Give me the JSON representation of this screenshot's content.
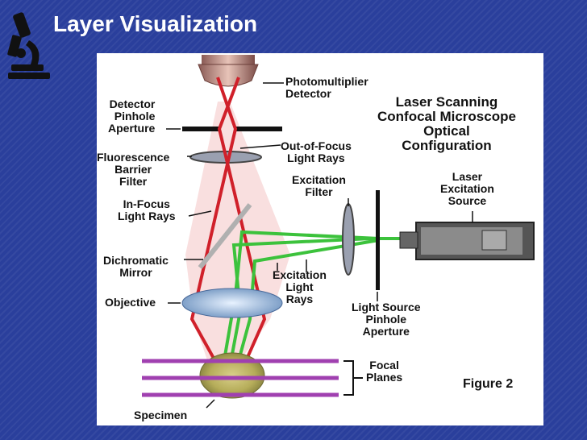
{
  "slide": {
    "title": "Layer Visualization",
    "logo_icon": "microscope-icon"
  },
  "figure": {
    "heading": "Laser Scanning\nConfocal Microscope\nOptical\nConfiguration",
    "caption": "Figure 2",
    "labels": {
      "photomultiplier": "Photomultiplier\nDetector",
      "detector_pinhole": "Detector\nPinhole\nAperture",
      "out_of_focus": "Out-of-Focus\nLight Rays",
      "barrier_filter": "Fluorescence\nBarrier\nFilter",
      "laser_source": "Laser\nExcitation\nSource",
      "excitation_filter": "Excitation\nFilter",
      "in_focus": "In-Focus\nLight Rays",
      "dichromatic": "Dichromatic\nMirror",
      "excitation_rays": "Excitation\nLight\nRays",
      "objective": "Objective",
      "light_source_pinhole": "Light Source\nPinhole\nAperture",
      "focal_planes": "Focal\nPlanes",
      "specimen": "Specimen"
    },
    "colors": {
      "emission": "#d0202a",
      "excitation": "#3cc23c",
      "focal_plane": "#a040b0",
      "background": "#2a3f9c"
    }
  }
}
